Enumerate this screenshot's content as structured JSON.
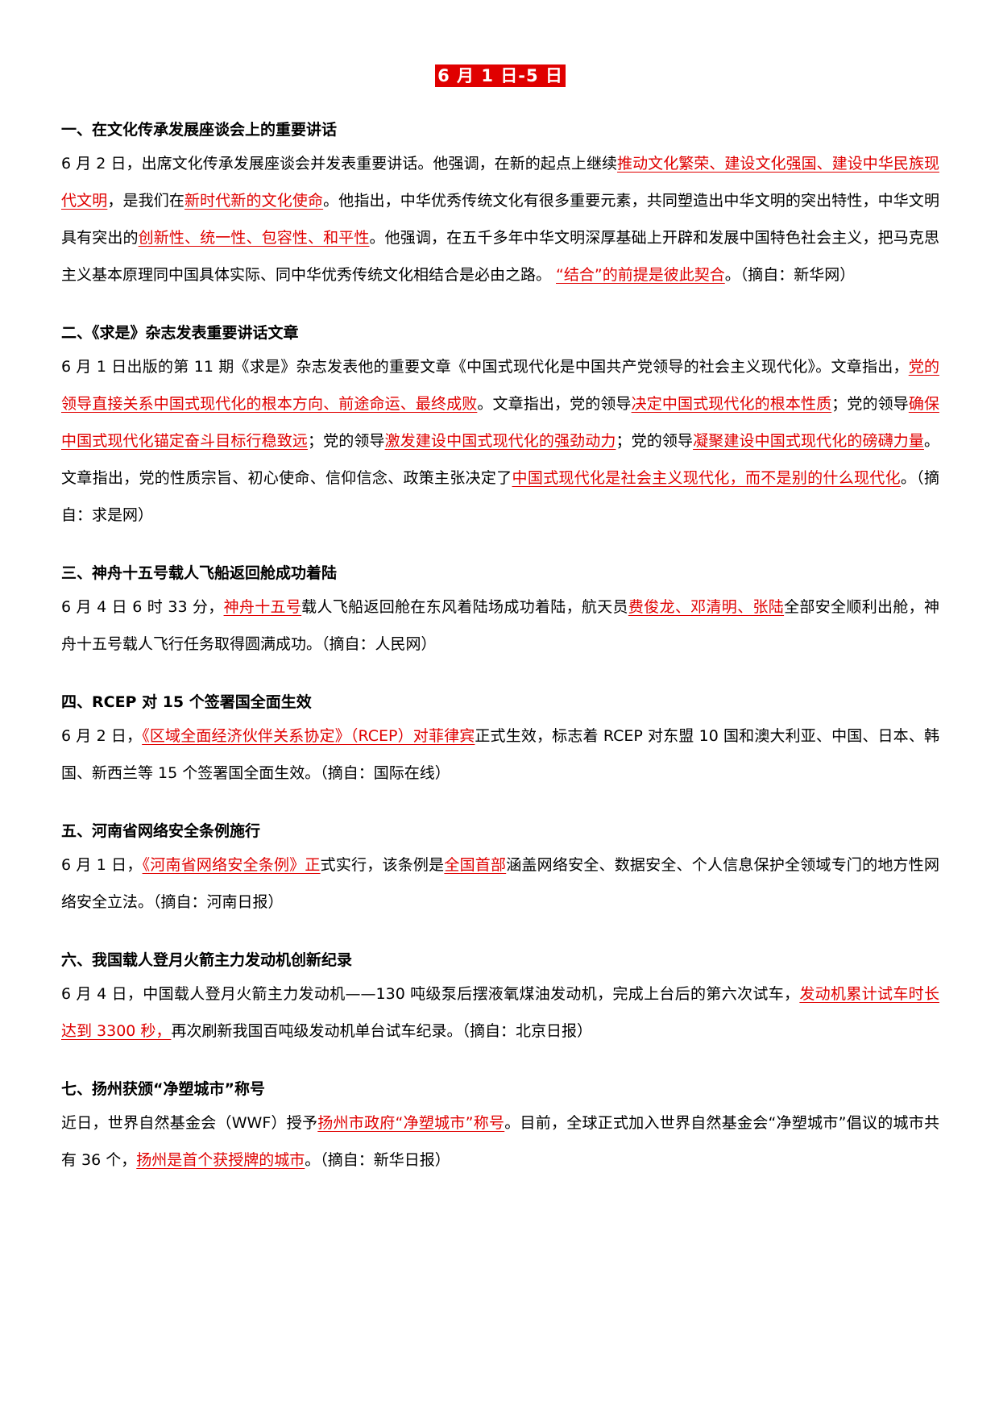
{
  "title": "6 月 1 日-5 日",
  "sections": [
    {
      "heading": "一、在文化传承发展座谈会上的重要讲话",
      "segments": [
        {
          "t": "6 月 2 日，出席文化传承发展座谈会并发表重要讲话。他强调，在新的起点上继续",
          "red": false
        },
        {
          "t": "推动文化繁荣、建设文化强国、建设中华民族现代文明",
          "red": true
        },
        {
          "t": "，是我们在",
          "red": false
        },
        {
          "t": "新时代新的文化使命",
          "red": true
        },
        {
          "t": "。他指出，中华优秀传统文化有很多重要元素，共同塑造出中华文明的突出特性，中华文明具有突出的",
          "red": false
        },
        {
          "t": "创新性、统一性、包容性、和平性",
          "red": true
        },
        {
          "t": "。他强调，在五千多年中华文明深厚基础上开辟和发展中国特色社会主义，把马克思主义基本原理同中国具体实际、同中华优秀传统文化相结合是必由之路。 ",
          "red": false
        },
        {
          "t": "“结合”的前提是彼此契合",
          "red": true
        },
        {
          "t": "。（摘自：新华网）",
          "red": false
        }
      ]
    },
    {
      "heading": "二、《求是》杂志发表重要讲话文章",
      "segments": [
        {
          "t": "6 月 1 日出版的第 11 期《求是》杂志发表他的重要文章《中国式现代化是中国共产党领导的社会主义现代化》。文章指出，",
          "red": false
        },
        {
          "t": "党的领导直接关系中国式现代化的根本方向、前途命运、最终成败",
          "red": true
        },
        {
          "t": "。文章指出，党的领导",
          "red": false
        },
        {
          "t": "决定中国式现代化的根本性质",
          "red": true
        },
        {
          "t": "；党的领导",
          "red": false
        },
        {
          "t": "确保中国式现代化锚定奋斗目标行稳致远",
          "red": true
        },
        {
          "t": "；党的领导",
          "red": false
        },
        {
          "t": "激发建设中国式现代化的强劲动力",
          "red": true
        },
        {
          "t": "；党的领导",
          "red": false
        },
        {
          "t": "凝聚建设中国式现代化的磅礴力量",
          "red": true
        },
        {
          "t": "。文章指出，党的性质宗旨、初心使命、信仰信念、政策主张决定了",
          "red": false
        },
        {
          "t": "中国式现代化是社会主义现代化，而不是别的什么现代化",
          "red": true
        },
        {
          "t": "。（摘自：求是网）",
          "red": false
        }
      ]
    },
    {
      "heading": "三、神舟十五号载人飞船返回舱成功着陆",
      "segments": [
        {
          "t": "6 月 4 日 6 时 33 分，",
          "red": false
        },
        {
          "t": "神舟十五号",
          "red": true
        },
        {
          "t": "载人飞船返回舱在东风着陆场成功着陆，航天员",
          "red": false
        },
        {
          "t": "费俊龙、邓清明、张陆",
          "red": true
        },
        {
          "t": "全部安全顺利出舱，神舟十五号载人飞行任务取得圆满成功。（摘自：人民网）",
          "red": false
        }
      ]
    },
    {
      "heading": "四、RCEP 对 15 个签署国全面生效",
      "segments": [
        {
          "t": "6 月 2 日，",
          "red": false
        },
        {
          "t": "《区域全面经济伙伴关系协定》（RCEP）对菲律宾",
          "red": true
        },
        {
          "t": "正式生效，标志着 RCEP 对东盟 10 国和澳大利亚、中国、日本、韩国、新西兰等 15 个签署国全面生效。（摘自：国际在线）",
          "red": false
        }
      ]
    },
    {
      "heading": "五、河南省网络安全条例施行",
      "segments": [
        {
          "t": "6 月 1 日，",
          "red": false
        },
        {
          "t": "《河南省网络安全条例》正",
          "red": true
        },
        {
          "t": "式实行，该条例是",
          "red": false
        },
        {
          "t": "全国首部",
          "red": true
        },
        {
          "t": "涵盖网络安全、数据安全、个人信息保护全领域专门的地方性网络安全立法。（摘自：河南日报）",
          "red": false
        }
      ]
    },
    {
      "heading": "六、我国载人登月火箭主力发动机创新纪录",
      "segments": [
        {
          "t": "6 月 4 日，中国载人登月火箭主力发动机——130 吨级泵后摆液氧煤油发动机，完成上台后的第六次试车，",
          "red": false
        },
        {
          "t": "发动机累计试车时长达到 3300 秒，",
          "red": true
        },
        {
          "t": "再次刷新我国百吨级发动机单台试车纪录。（摘自：北京日报）",
          "red": false
        }
      ]
    },
    {
      "heading": "七、扬州获颁“净塑城市”称号",
      "segments": [
        {
          "t": "近日，世界自然基金会（WWF）授予",
          "red": false
        },
        {
          "t": "扬州市政府“净塑城市”称号",
          "red": true
        },
        {
          "t": "。目前，全球正式加入世界自然基金会“净塑城市”倡议的城市共有 36 个，",
          "red": false
        },
        {
          "t": "扬州是首个获授牌的城市",
          "red": true
        },
        {
          "t": "。（摘自：新华日报）",
          "red": false
        }
      ]
    }
  ]
}
